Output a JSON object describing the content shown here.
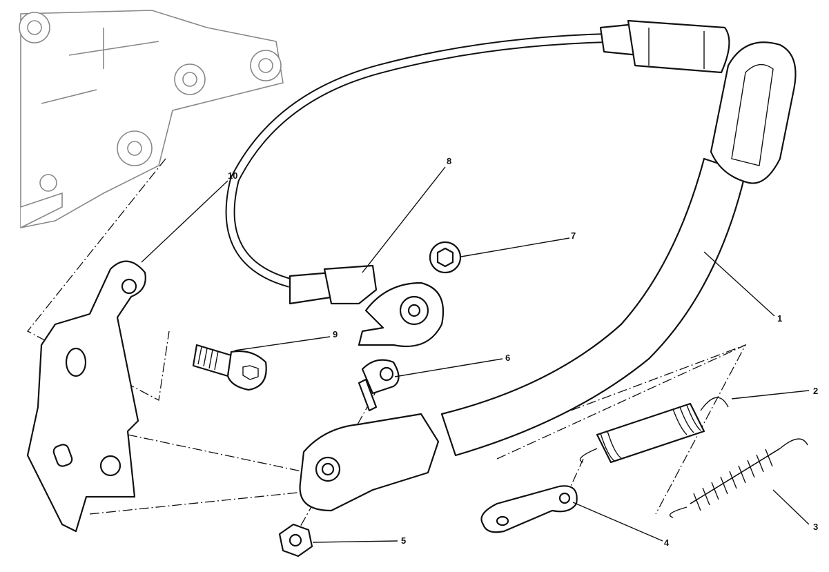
{
  "diagram": {
    "title": "Side stand exploded view",
    "callouts": [
      {
        "id": "1",
        "label": "1",
        "part": "side-stand-leg"
      },
      {
        "id": "2",
        "label": "2",
        "part": "inner-spring"
      },
      {
        "id": "3",
        "label": "3",
        "part": "outer-spring"
      },
      {
        "id": "4",
        "label": "4",
        "part": "spring-plate"
      },
      {
        "id": "5",
        "label": "5",
        "part": "nut"
      },
      {
        "id": "6",
        "label": "6",
        "part": "pivot-bolt"
      },
      {
        "id": "7",
        "label": "7",
        "part": "washer-screw"
      },
      {
        "id": "8",
        "label": "8",
        "part": "side-stand-sensor"
      },
      {
        "id": "9",
        "label": "9",
        "part": "mounting-screw"
      },
      {
        "id": "10",
        "label": "10",
        "part": "mounting-bracket"
      }
    ]
  }
}
